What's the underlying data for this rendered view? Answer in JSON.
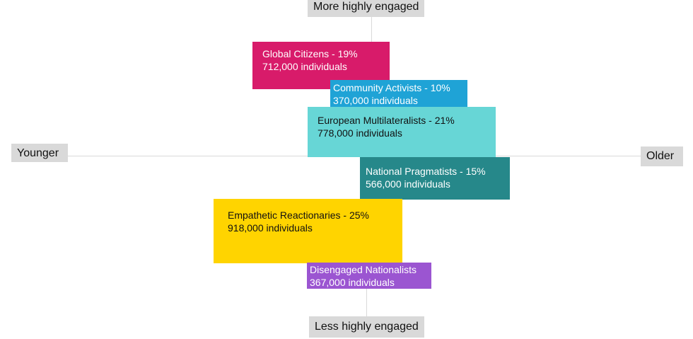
{
  "axes": {
    "top": "More highly engaged",
    "bottom": "Less highly engaged",
    "left": "Younger",
    "right": "Older"
  },
  "segments": [
    {
      "name": "Global Citizens - 19%",
      "count": "712,000 individuals",
      "color": "#d81b6a"
    },
    {
      "name": "Community Activists - 10%",
      "count": "370,000 individuals",
      "color": "#1fa3d6"
    },
    {
      "name": "European Multilateralists - 21%",
      "count": "778,000 individuals",
      "color": "#67d6d6"
    },
    {
      "name": "National Pragmatists - 15%",
      "count": "566,000 individuals",
      "color": "#26888a"
    },
    {
      "name": "Empathetic Reactionaries - 25%",
      "count": "918,000 individuals",
      "color": "#ffd400"
    },
    {
      "name": "Disengaged Nationalists",
      "count": "367,000 individuals",
      "color": "#9b55d1"
    }
  ]
}
